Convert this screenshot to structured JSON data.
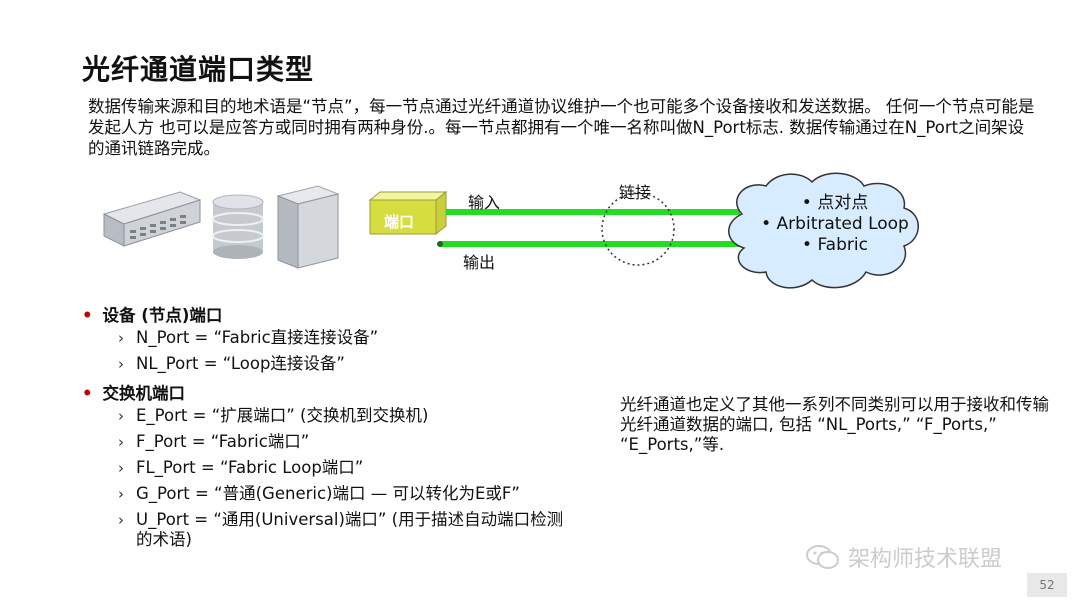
{
  "title": "光纤通道端口类型",
  "intro": "数据传输来源和目的地术语是“节点”，每一节点通过光纤通道协议维护一个也可能多个设备接收和发送数据。 任何一个节点可能是发起人方 也可以是应答方或同时拥有两种身份.。每一节点都拥有一个唯一名称叫做N_Port标志. 数据传输通过在N_Port之间架设的通讯链路完成。",
  "diagram": {
    "port_label": "端口",
    "input_label": "输入",
    "output_label": "输出",
    "link_label": "链接",
    "cloud_items": [
      "• 点对点",
      "• Arbitrated Loop",
      "• Fabric"
    ],
    "line_color": "#22dd22",
    "port_color": "#e8ee44",
    "cloud_color": "#d8ecff"
  },
  "sections": [
    {
      "title": "设备 (节点)端口",
      "items": [
        "N_Port = “Fabric直接连接设备”",
        "NL_Port = “Loop连接设备”"
      ]
    },
    {
      "title": "交换机端口",
      "items": [
        "E_Port = “扩展端口” (交换机到交换机)",
        "F_Port = “Fabric端口”",
        "FL_Port = “Fabric Loop端口”",
        "G_Port = “普通(Generic)端口 — 可以转化为E或F”",
        "U_Port = “通用(Universal)端口” (用于描述自动端口检测",
        "的术语)"
      ]
    }
  ],
  "side_note": "光纤通道也定义了其他一系列不同类别可以用于接收和传输光纤通道数据的端口, 包括 “NL_Ports,” “F_Ports,” “E_Ports,”等.",
  "watermark": "架构师技术联盟",
  "page_number": "52",
  "accent_color": "#c00000"
}
